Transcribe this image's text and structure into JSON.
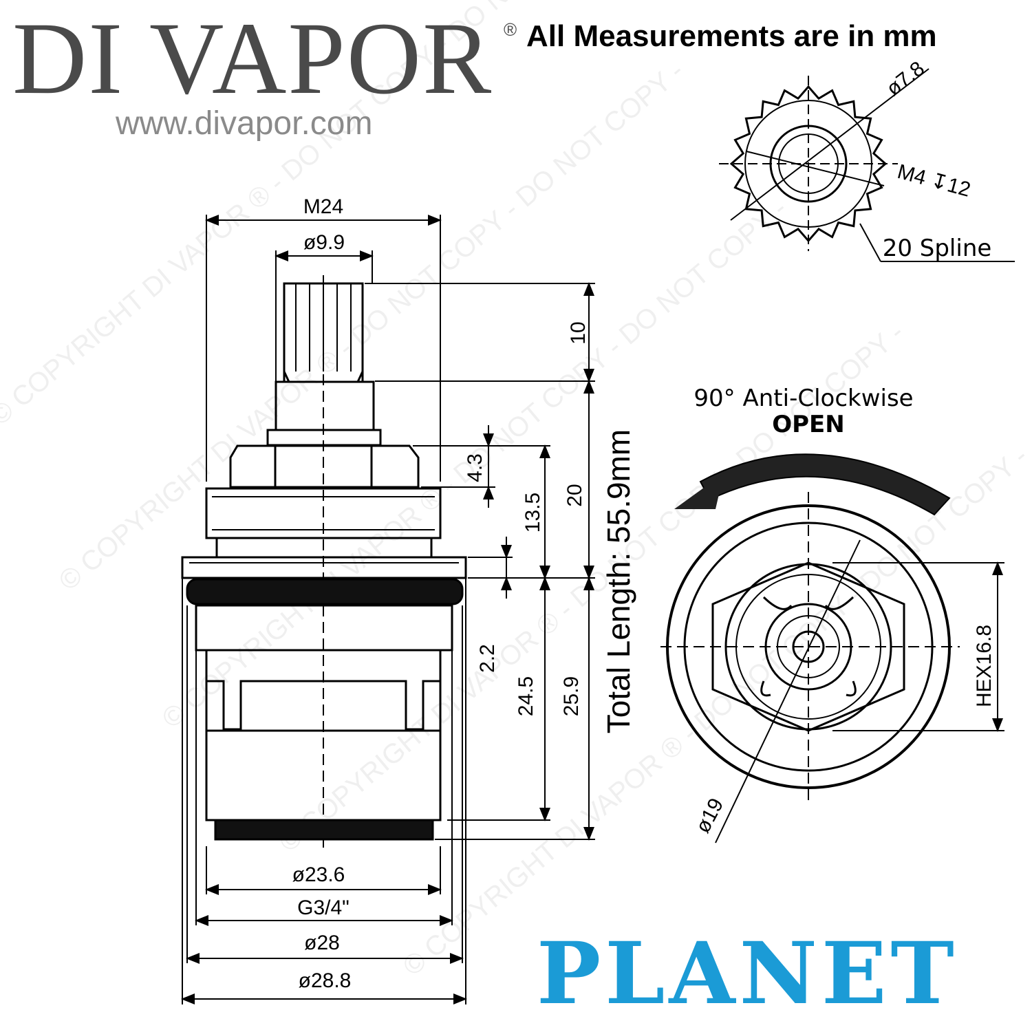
{
  "header": {
    "brand": "DI VAPOR",
    "registered": "®",
    "website": "www.divapor.com",
    "units_note": "All Measurements are in mm"
  },
  "watermark": {
    "text": "© COPYRIGHT DI VAPOR ® - DO NOT COPY - DO NOT COPY -"
  },
  "side_view": {
    "dims": {
      "m24": "M24",
      "d9_9": "ø9.9",
      "h10": "10",
      "h4_3": "4.3",
      "h13_5": "13.5",
      "h20": "20",
      "h2_2": "2.2",
      "h24_5": "24.5",
      "h25_9": "25.9",
      "total_length": "Total Length: 55.9mm",
      "d23_6": "ø23.6",
      "g3_4": "G3/4\"",
      "d28": "ø28",
      "d28_8": "ø28.8"
    }
  },
  "spline_view": {
    "d7_8": "ø7.8",
    "m4": "M4 ↧12",
    "spline": "20 Spline"
  },
  "end_view": {
    "rotation": "90° Anti-Clockwise",
    "open": "OPEN",
    "hex": "HEX16.8",
    "d19": "ø19"
  },
  "product": {
    "name": "PLANET",
    "color": "#1b9bd6"
  }
}
